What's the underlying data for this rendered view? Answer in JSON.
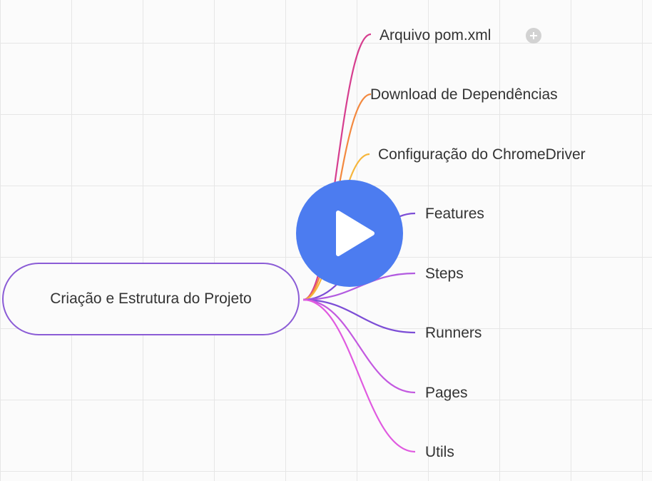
{
  "mindmap": {
    "root": {
      "label": "Criação e Estrutura do Projeto"
    },
    "branches": [
      {
        "label": "Arquivo pom.xml",
        "color": "#d63e8f"
      },
      {
        "label": "Download de Dependências",
        "color": "#f3893f"
      },
      {
        "label": "Configuração do ChromeDriver",
        "color": "#f6b63c"
      },
      {
        "label": "Features",
        "color": "#7c4dd6"
      },
      {
        "label": "Steps",
        "color": "#b25be0"
      },
      {
        "label": "Runners",
        "color": "#7c4dd6"
      },
      {
        "label": "Pages",
        "color": "#c359e0"
      },
      {
        "label": "Utils",
        "color": "#e05ae0"
      }
    ],
    "root_border_color": "#8b5cd6"
  },
  "controls": {
    "add_icon": "plus-circle-icon",
    "play_icon": "play-icon",
    "play_button_color": "#4c7cf0"
  }
}
